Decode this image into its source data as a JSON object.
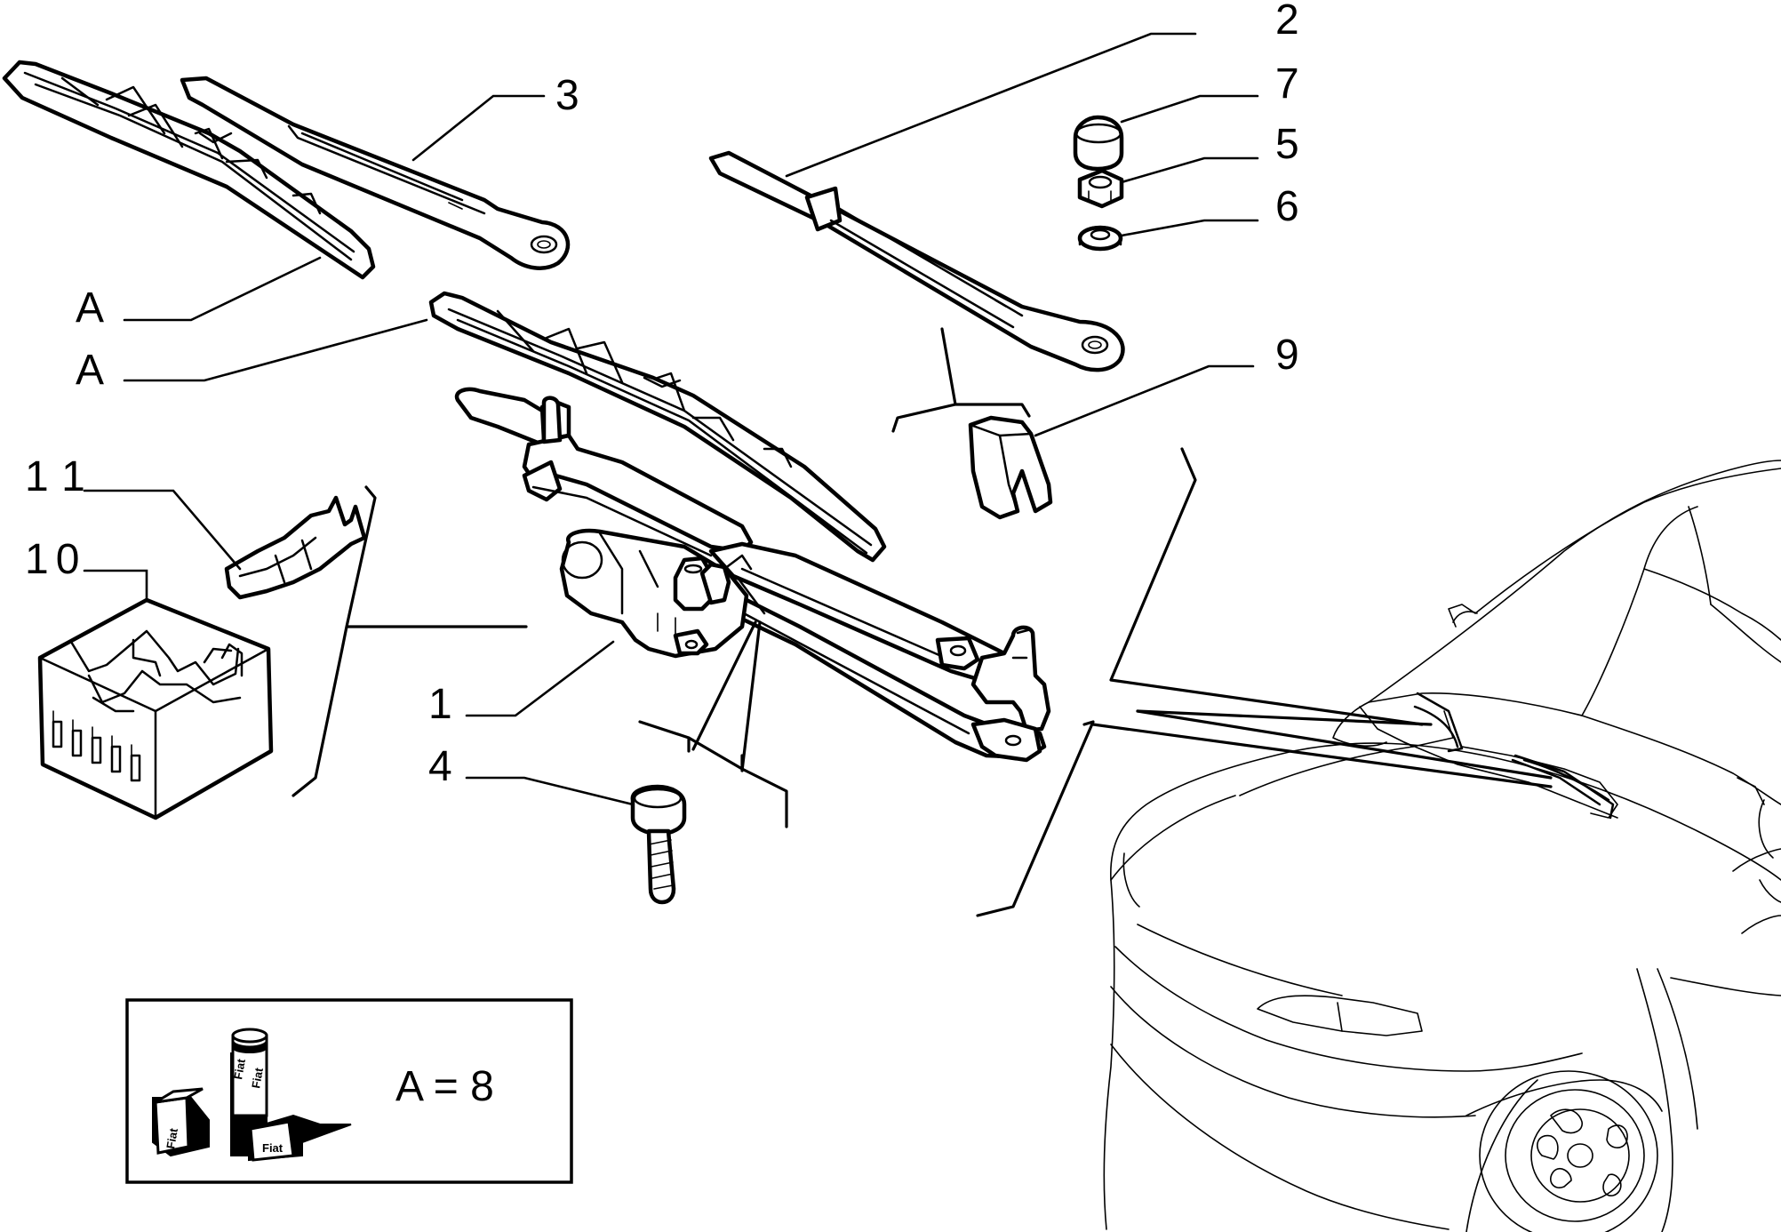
{
  "diagram": {
    "callouts": {
      "c1": "1",
      "c2": "2",
      "c3": "3",
      "c4": "4",
      "c5": "5",
      "c6": "6",
      "c7": "7",
      "c9": "9",
      "c10": "10",
      "c11": "11",
      "cA1": "A",
      "cA2": "A"
    },
    "legend": {
      "text": "A = 8",
      "product_label": "Fiat"
    },
    "colors": {
      "ink": "#000000",
      "paper": "#ffffff"
    }
  }
}
